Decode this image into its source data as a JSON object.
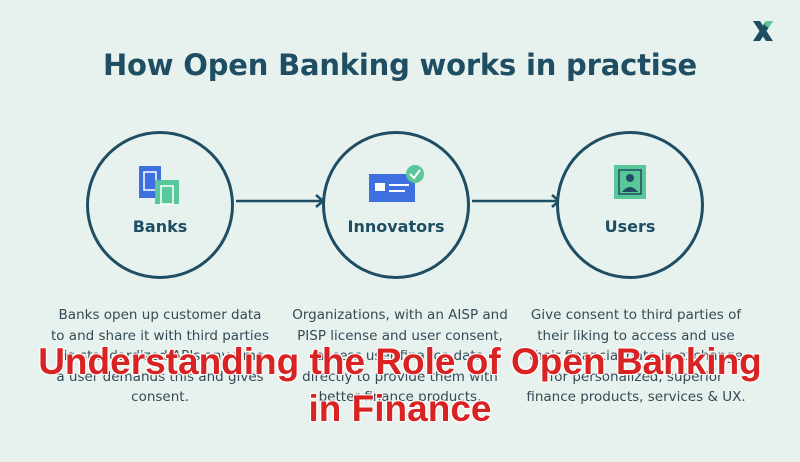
{
  "brand": {
    "logo_icon": "x-logo-icon",
    "color": "#1f4e63"
  },
  "title": "How Open Banking works in practise",
  "steps": [
    {
      "label": "Banks",
      "icon": "bank-buildings-icon",
      "description": "Banks open up customer data to and share it with third parties via standardized APIs any time a user demands this and gives consent."
    },
    {
      "label": "Innovators",
      "icon": "verified-card-icon",
      "description": "Organizations, with an AISP and PISP license and user consent, access user finance data directly to provide them with better finance products."
    },
    {
      "label": "Users",
      "icon": "user-profile-icon",
      "description": "Give consent to third parties of their liking to access and use their financial data in exchange for personalized, superior finance products, services & UX."
    }
  ],
  "overlay": {
    "line1": "Understanding the Role of Open Banking",
    "line2": "in Finance",
    "color": "#d92323"
  },
  "colors": {
    "background": "#e7f2ef",
    "accent_blue": "#3d6fe0",
    "accent_green": "#5ac79a"
  }
}
